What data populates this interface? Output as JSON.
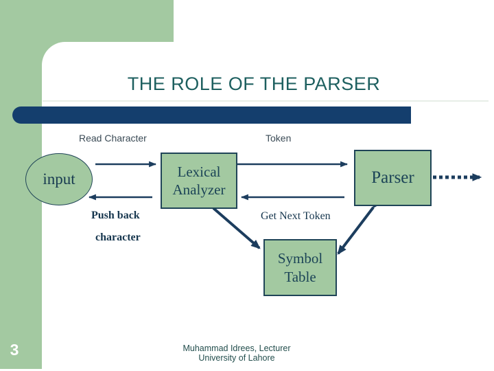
{
  "slide": {
    "title": "THE ROLE OF THE PARSER",
    "page_number": "3",
    "footer": {
      "line1": "Muhammad Idrees, Lecturer",
      "line2": "University of Lahore"
    }
  },
  "diagram": {
    "nodes": {
      "input": "input",
      "lexical_analyzer": "Lexical Analyzer",
      "parser": "Parser",
      "symbol_table": "Symbol Table"
    },
    "edge_labels": {
      "read_character": "Read Character",
      "token": "Token",
      "push_back_line1": "Push back",
      "push_back_line2": "character",
      "get_next_token": "Get Next Token"
    },
    "edges": [
      "input -> lexical_analyzer (Read Character)",
      "lexical_analyzer -> input (Push back character)",
      "lexical_analyzer -> parser (Token)",
      "parser -> lexical_analyzer (Get Next Token)",
      "lexical_analyzer <-> symbol_table",
      "parser <-> symbol_table",
      "parser -> output (dashed)"
    ]
  },
  "colors": {
    "background_green": "#a3c9a1",
    "navy_bar": "#143e6d",
    "arrow": "#1c3d5e",
    "title_text": "#1d5f5f",
    "node_border": "#1f4457",
    "serif_text": "#16364e"
  }
}
